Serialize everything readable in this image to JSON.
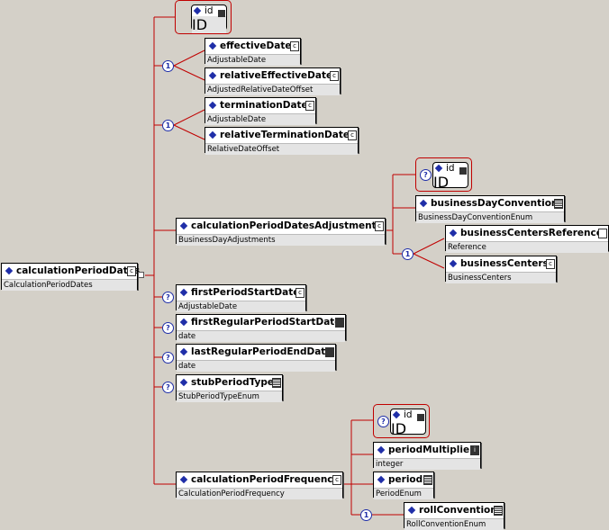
{
  "nodes": {
    "root": {
      "name": "calculationPeriodDates",
      "type": "CalculationPeriodDates"
    },
    "id1": {
      "name": "id",
      "type": "ID"
    },
    "effectiveDate": {
      "name": "effectiveDate",
      "type": "AdjustableDate"
    },
    "relativeEffectiveDate": {
      "name": "relativeEffectiveDate",
      "type": "AdjustedRelativeDateOffset"
    },
    "terminationDate": {
      "name": "terminationDate",
      "type": "AdjustableDate"
    },
    "relativeTerminationDate": {
      "name": "relativeTerminationDate",
      "type": "RelativeDateOffset"
    },
    "cpdAdjustments": {
      "name": "calculationPeriodDatesAdjustments",
      "type": "BusinessDayAdjustments"
    },
    "id2": {
      "name": "id",
      "type": "ID"
    },
    "bdc": {
      "name": "businessDayConvention",
      "type": "BusinessDayConventionEnum"
    },
    "bcRef": {
      "name": "businessCentersReference",
      "type": "Reference"
    },
    "bc": {
      "name": "businessCenters",
      "type": "BusinessCenters"
    },
    "firstPeriodStartDate": {
      "name": "firstPeriodStartDate",
      "type": "AdjustableDate"
    },
    "firstRegular": {
      "name": "firstRegularPeriodStartDate",
      "type": "date"
    },
    "lastRegular": {
      "name": "lastRegularPeriodEndDate",
      "type": "date"
    },
    "stub": {
      "name": "stubPeriodType",
      "type": "StubPeriodTypeEnum"
    },
    "cpf": {
      "name": "calculationPeriodFrequency",
      "type": "CalculationPeriodFrequency"
    },
    "id3": {
      "name": "id",
      "type": "ID"
    },
    "periodMultiplier": {
      "name": "periodMultiplier",
      "type": "integer"
    },
    "period": {
      "name": "period",
      "type": "PeriodEnum"
    },
    "rollConvention": {
      "name": "rollConvention",
      "type": "RollConventionEnum"
    }
  },
  "badges": {
    "choice": "1",
    "optional": "?"
  },
  "colors": {
    "line": "#c00000",
    "badge": "#1f2ea8",
    "background": "#d4d0c8"
  }
}
